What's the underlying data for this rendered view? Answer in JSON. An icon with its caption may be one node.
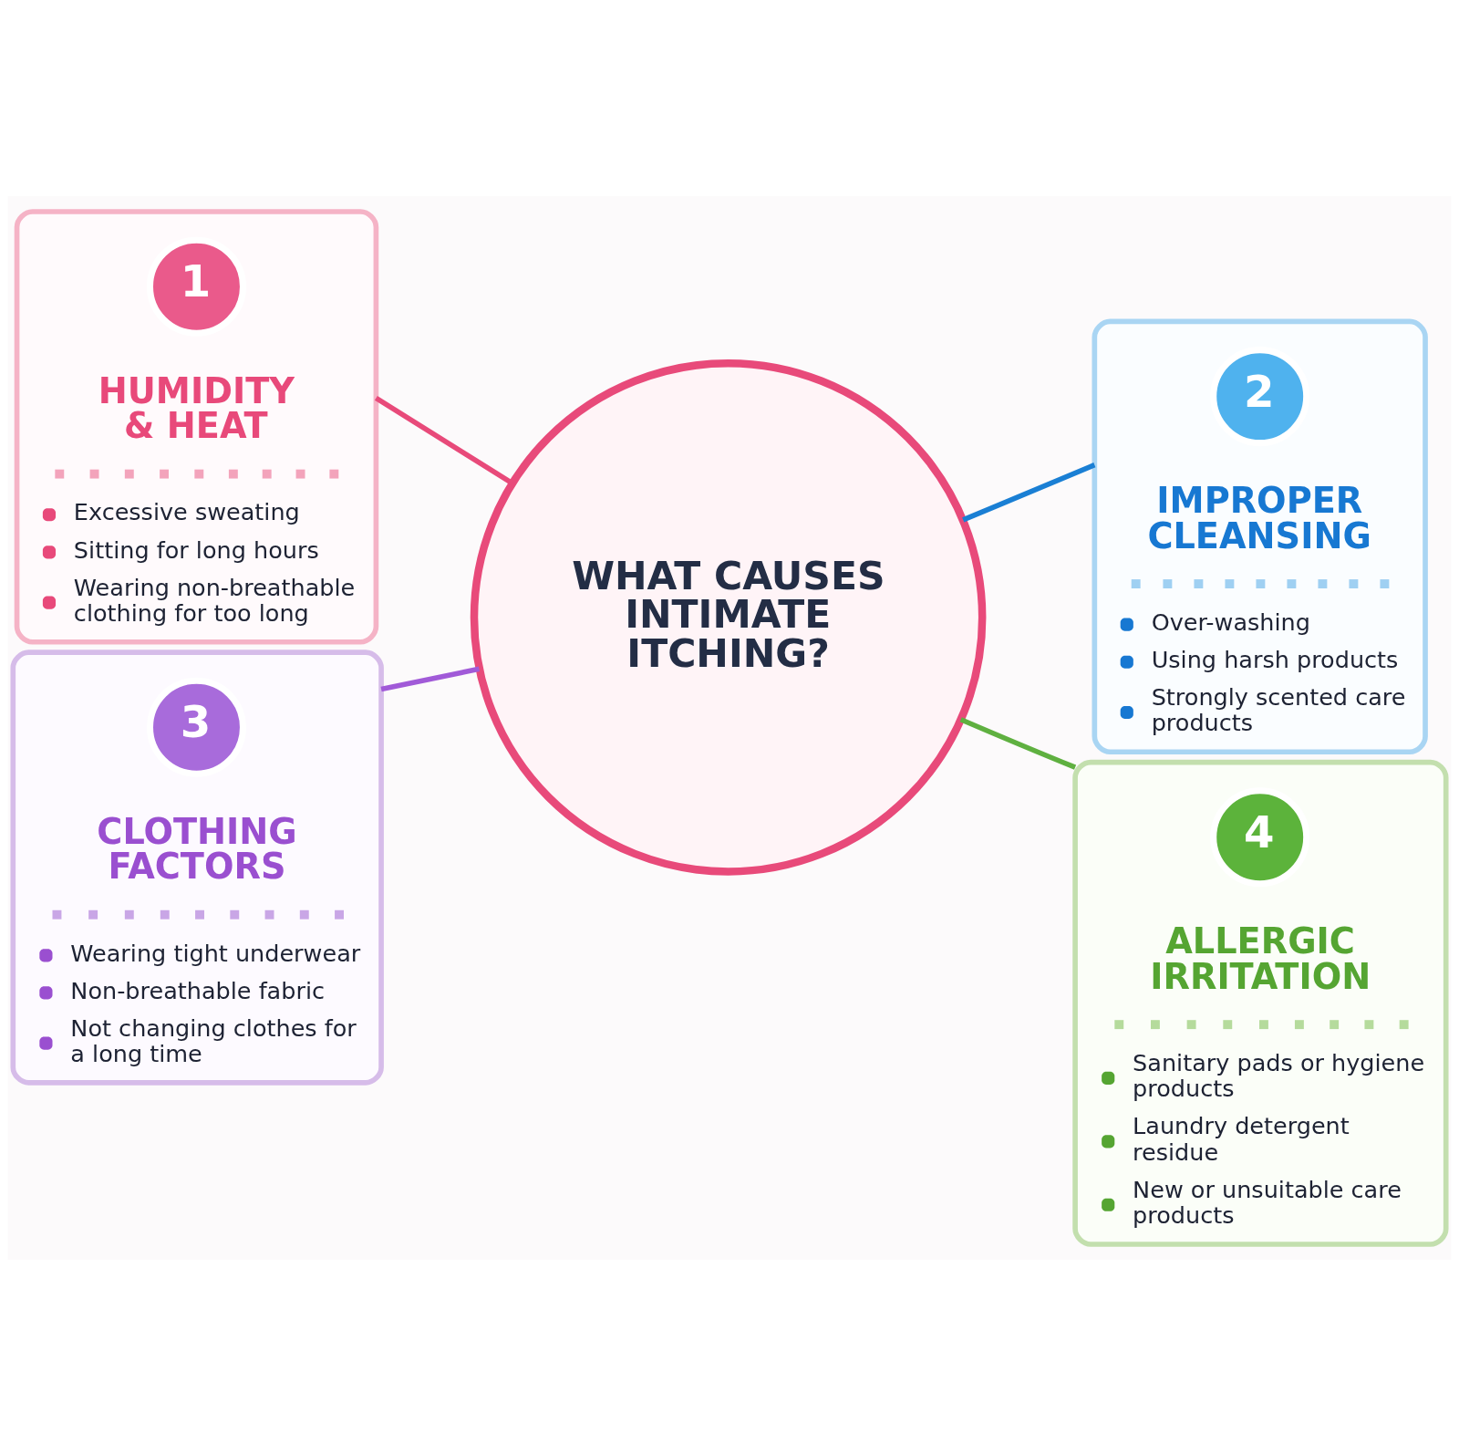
{
  "diagram": {
    "nodes": [
      {
        "text": [
          "HUMIDITY & HEAT",
          "Excessive sweating",
          "Sitting for long hours",
          "Wearing non-breathable clothing for too long"
        ]
      },
      {
        "text": [
          "1"
        ],
        "in": 0
      },
      {
        "text": [
          "IMPROPER CLEANSING",
          "Over-washing",
          "Using harsh products",
          "Strongly scented care products"
        ]
      },
      {
        "text": [
          "2"
        ],
        "in": 2
      },
      {
        "text": [
          "WHAT CAUSES INTIMATE ITCHING?"
        ]
      },
      {
        "text": [
          "CLOTHING FACTORS",
          "Wearing tight underwear",
          "Non-breathable fabric",
          "Not changing clothes for a long time"
        ]
      },
      {
        "text": [
          "3"
        ],
        "in": 5
      },
      {
        "text": [
          "ALLERGIC IRRITATION",
          "Sanitary pads or hygiene products",
          "Laundry detergent residue",
          "New or unsuitable care products"
        ]
      },
      {
        "text": [
          "4"
        ],
        "in": 7
      }
    ],
    "edges": [
      {
        "from": 0,
        "to": 4,
        "arrow": "none",
        "color": "#e84a7a"
      },
      {
        "from": 4,
        "to": 2,
        "arrow": "none",
        "color": "#1a7fd4"
      },
      {
        "from": 5,
        "to": 4,
        "arrow": "none",
        "color": "#a15ad8"
      },
      {
        "from": 4,
        "to": 7,
        "arrow": "none",
        "color": "#5fb040"
      }
    ]
  }
}
